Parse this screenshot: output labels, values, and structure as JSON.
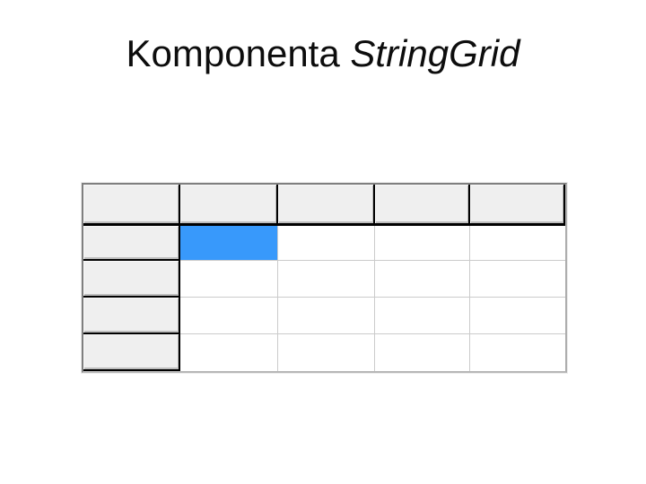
{
  "slide": {
    "title": {
      "prefix": "Komponenta ",
      "emphasis": "StringGrid"
    },
    "background_color": "#ffffff"
  },
  "grid": {
    "rows": 5,
    "cols": 5,
    "fixed_rows": 1,
    "fixed_cols": 1,
    "selected": {
      "row": 1,
      "col": 1
    },
    "cells": [
      [
        "",
        "",
        "",
        "",
        ""
      ],
      [
        "",
        "",
        "",
        "",
        ""
      ],
      [
        "",
        "",
        "",
        "",
        ""
      ],
      [
        "",
        "",
        "",
        "",
        ""
      ],
      [
        "",
        "",
        "",
        "",
        ""
      ]
    ],
    "colors": {
      "fixed_cell_bg": "#efefef",
      "data_cell_bg": "#ffffff",
      "selection_blue": "#3899fb",
      "data_grid_line": "#cbcbcb",
      "fixed_grid_line": "#000000",
      "outer_border_dark": "#7f7f7f",
      "outer_border_light": "#aeaeae"
    }
  }
}
